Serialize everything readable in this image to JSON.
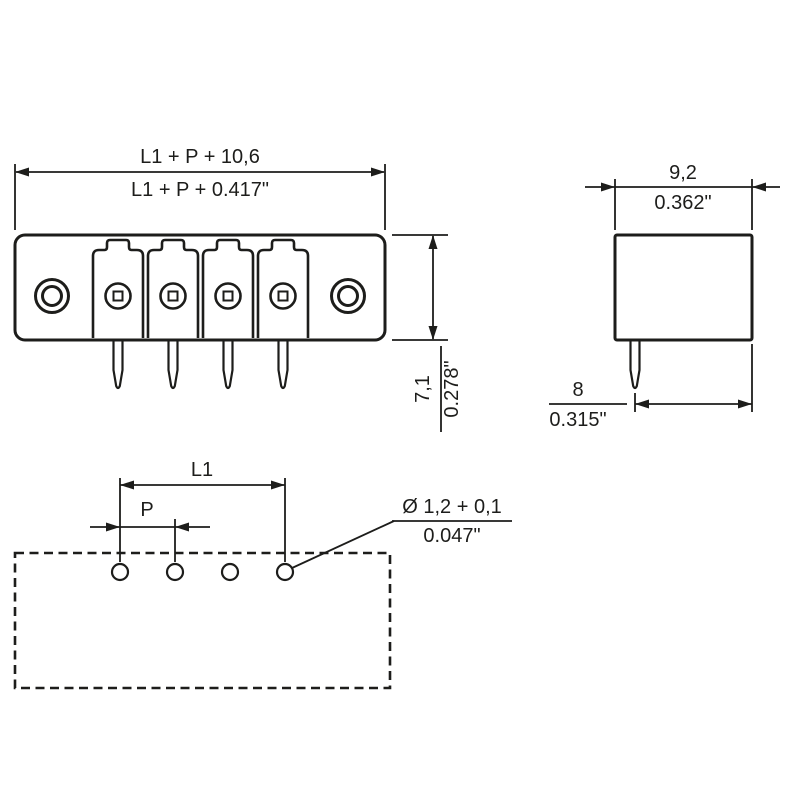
{
  "drawing": {
    "front_view": {
      "width_mm": "L1 + P + 10,6",
      "width_inch": "L1 + P + 0.417\"",
      "height_mm": "7,1",
      "height_inch": "0.278\""
    },
    "side_view": {
      "width_mm": "9,2",
      "width_inch": "0.362\"",
      "pin_offset_mm": "8",
      "pin_offset_inch": "0.315\""
    },
    "drill_plan": {
      "l1_label": "L1",
      "p_label": "P",
      "hole_dia_mm": "Ø 1,2 + 0,1",
      "hole_dia_inch": "0.047\""
    },
    "colors": {
      "line": "#1d1d1b",
      "background": "#ffffff"
    }
  }
}
